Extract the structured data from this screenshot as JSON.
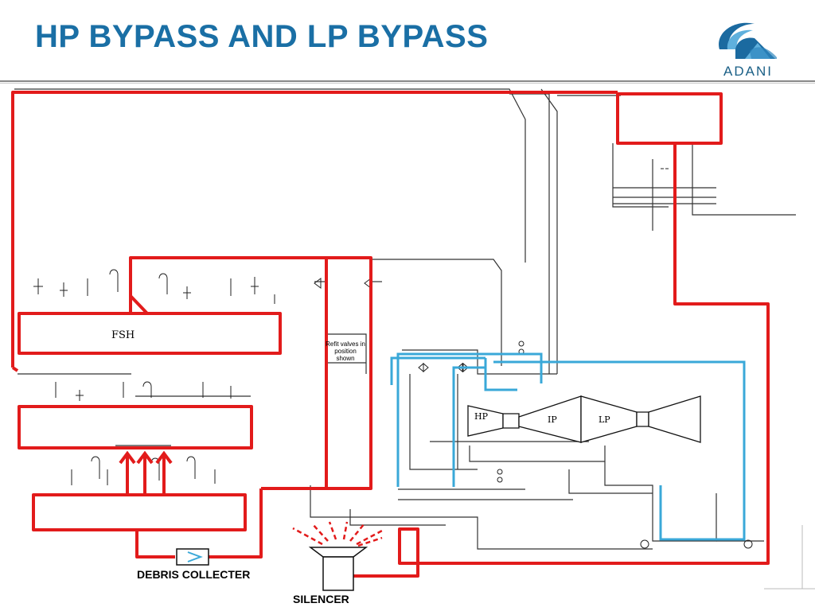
{
  "slide": {
    "title": "HP BYPASS AND LP BYPASS"
  },
  "logo": {
    "text": "ADANI",
    "colors": {
      "outer": "#1b6aa0",
      "inner": "#5fb0dd"
    }
  },
  "diagram": {
    "blocks": {
      "fsh": "FSH",
      "hp": "HP",
      "ip": "IP",
      "lp": "LP"
    },
    "notes": {
      "refit_valves": [
        "Refit valves in",
        "position",
        "shown"
      ]
    },
    "callouts": {
      "debris_collector": "DEBRIS COLLECTER",
      "silencer": "SILENCER"
    },
    "colors": {
      "bypass_highlight": "#e21b1b",
      "steam_line": "#3aa8d8",
      "pipework": "#555555"
    }
  }
}
